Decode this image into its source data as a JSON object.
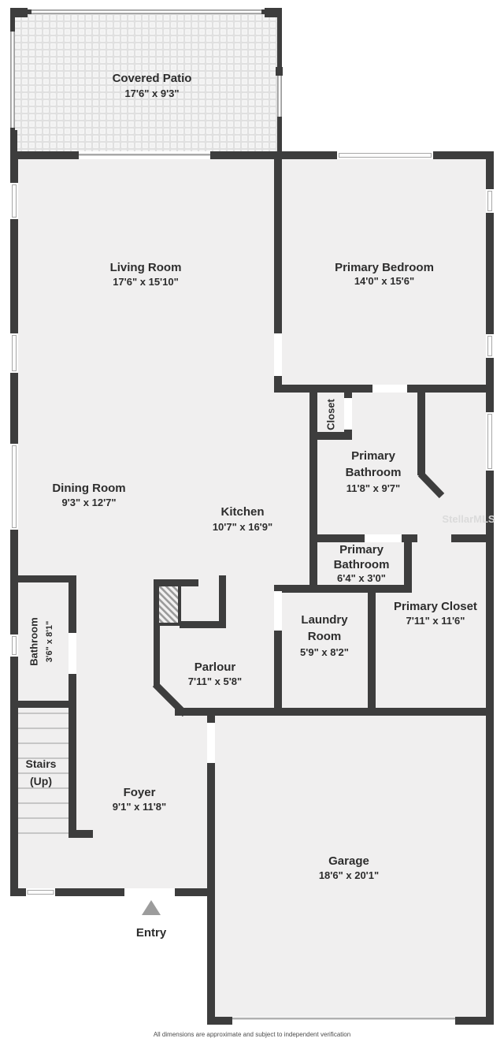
{
  "rooms": {
    "covered_patio": {
      "name": "Covered Patio",
      "dims": "17'6\" x 9'3\""
    },
    "living_room": {
      "name": "Living Room",
      "dims": "17'6\" x 15'10\""
    },
    "primary_bedroom": {
      "name": "Primary Bedroom",
      "dims": "14'0\" x 15'6\""
    },
    "dining_room": {
      "name": "Dining Room",
      "dims": "9'3\" x 12'7\""
    },
    "kitchen": {
      "name": "Kitchen",
      "dims": "10'7\" x 16'9\""
    },
    "closet": {
      "name": "Closet"
    },
    "primary_bathroom": {
      "name_line1": "Primary",
      "name_line2": "Bathroom",
      "dims": "11'8\" x 9'7\""
    },
    "primary_bathroom_2": {
      "name_line1": "Primary",
      "name_line2": "Bathroom",
      "dims": "6'4\" x 3'0\""
    },
    "laundry_room": {
      "name_line1": "Laundry",
      "name_line2": "Room",
      "dims": "5'9\" x 8'2\""
    },
    "primary_closet": {
      "name": "Primary Closet",
      "dims": "7'11\" x 11'6\""
    },
    "parlour": {
      "name": "Parlour",
      "dims": "7'11\" x 5'8\""
    },
    "bathroom": {
      "name": "Bathroom",
      "dims": "3'6\" x 8'1\""
    },
    "stairs": {
      "name_line1": "Stairs",
      "name_line2": "(Up)"
    },
    "foyer": {
      "name": "Foyer",
      "dims": "9'1\" x 11'8\""
    },
    "garage": {
      "name": "Garage",
      "dims": "18'6\" x 20'1\""
    },
    "entry": {
      "name": "Entry"
    }
  },
  "watermark": "StellarMLS",
  "footer": {
    "disclaimer": "All dimensions are approximate and subject to independent verification"
  },
  "colors": {
    "wall": "#3d3d3d",
    "floor": "#f0efef",
    "entry_marker": "#9c9c9c",
    "background": "#ffffff"
  }
}
